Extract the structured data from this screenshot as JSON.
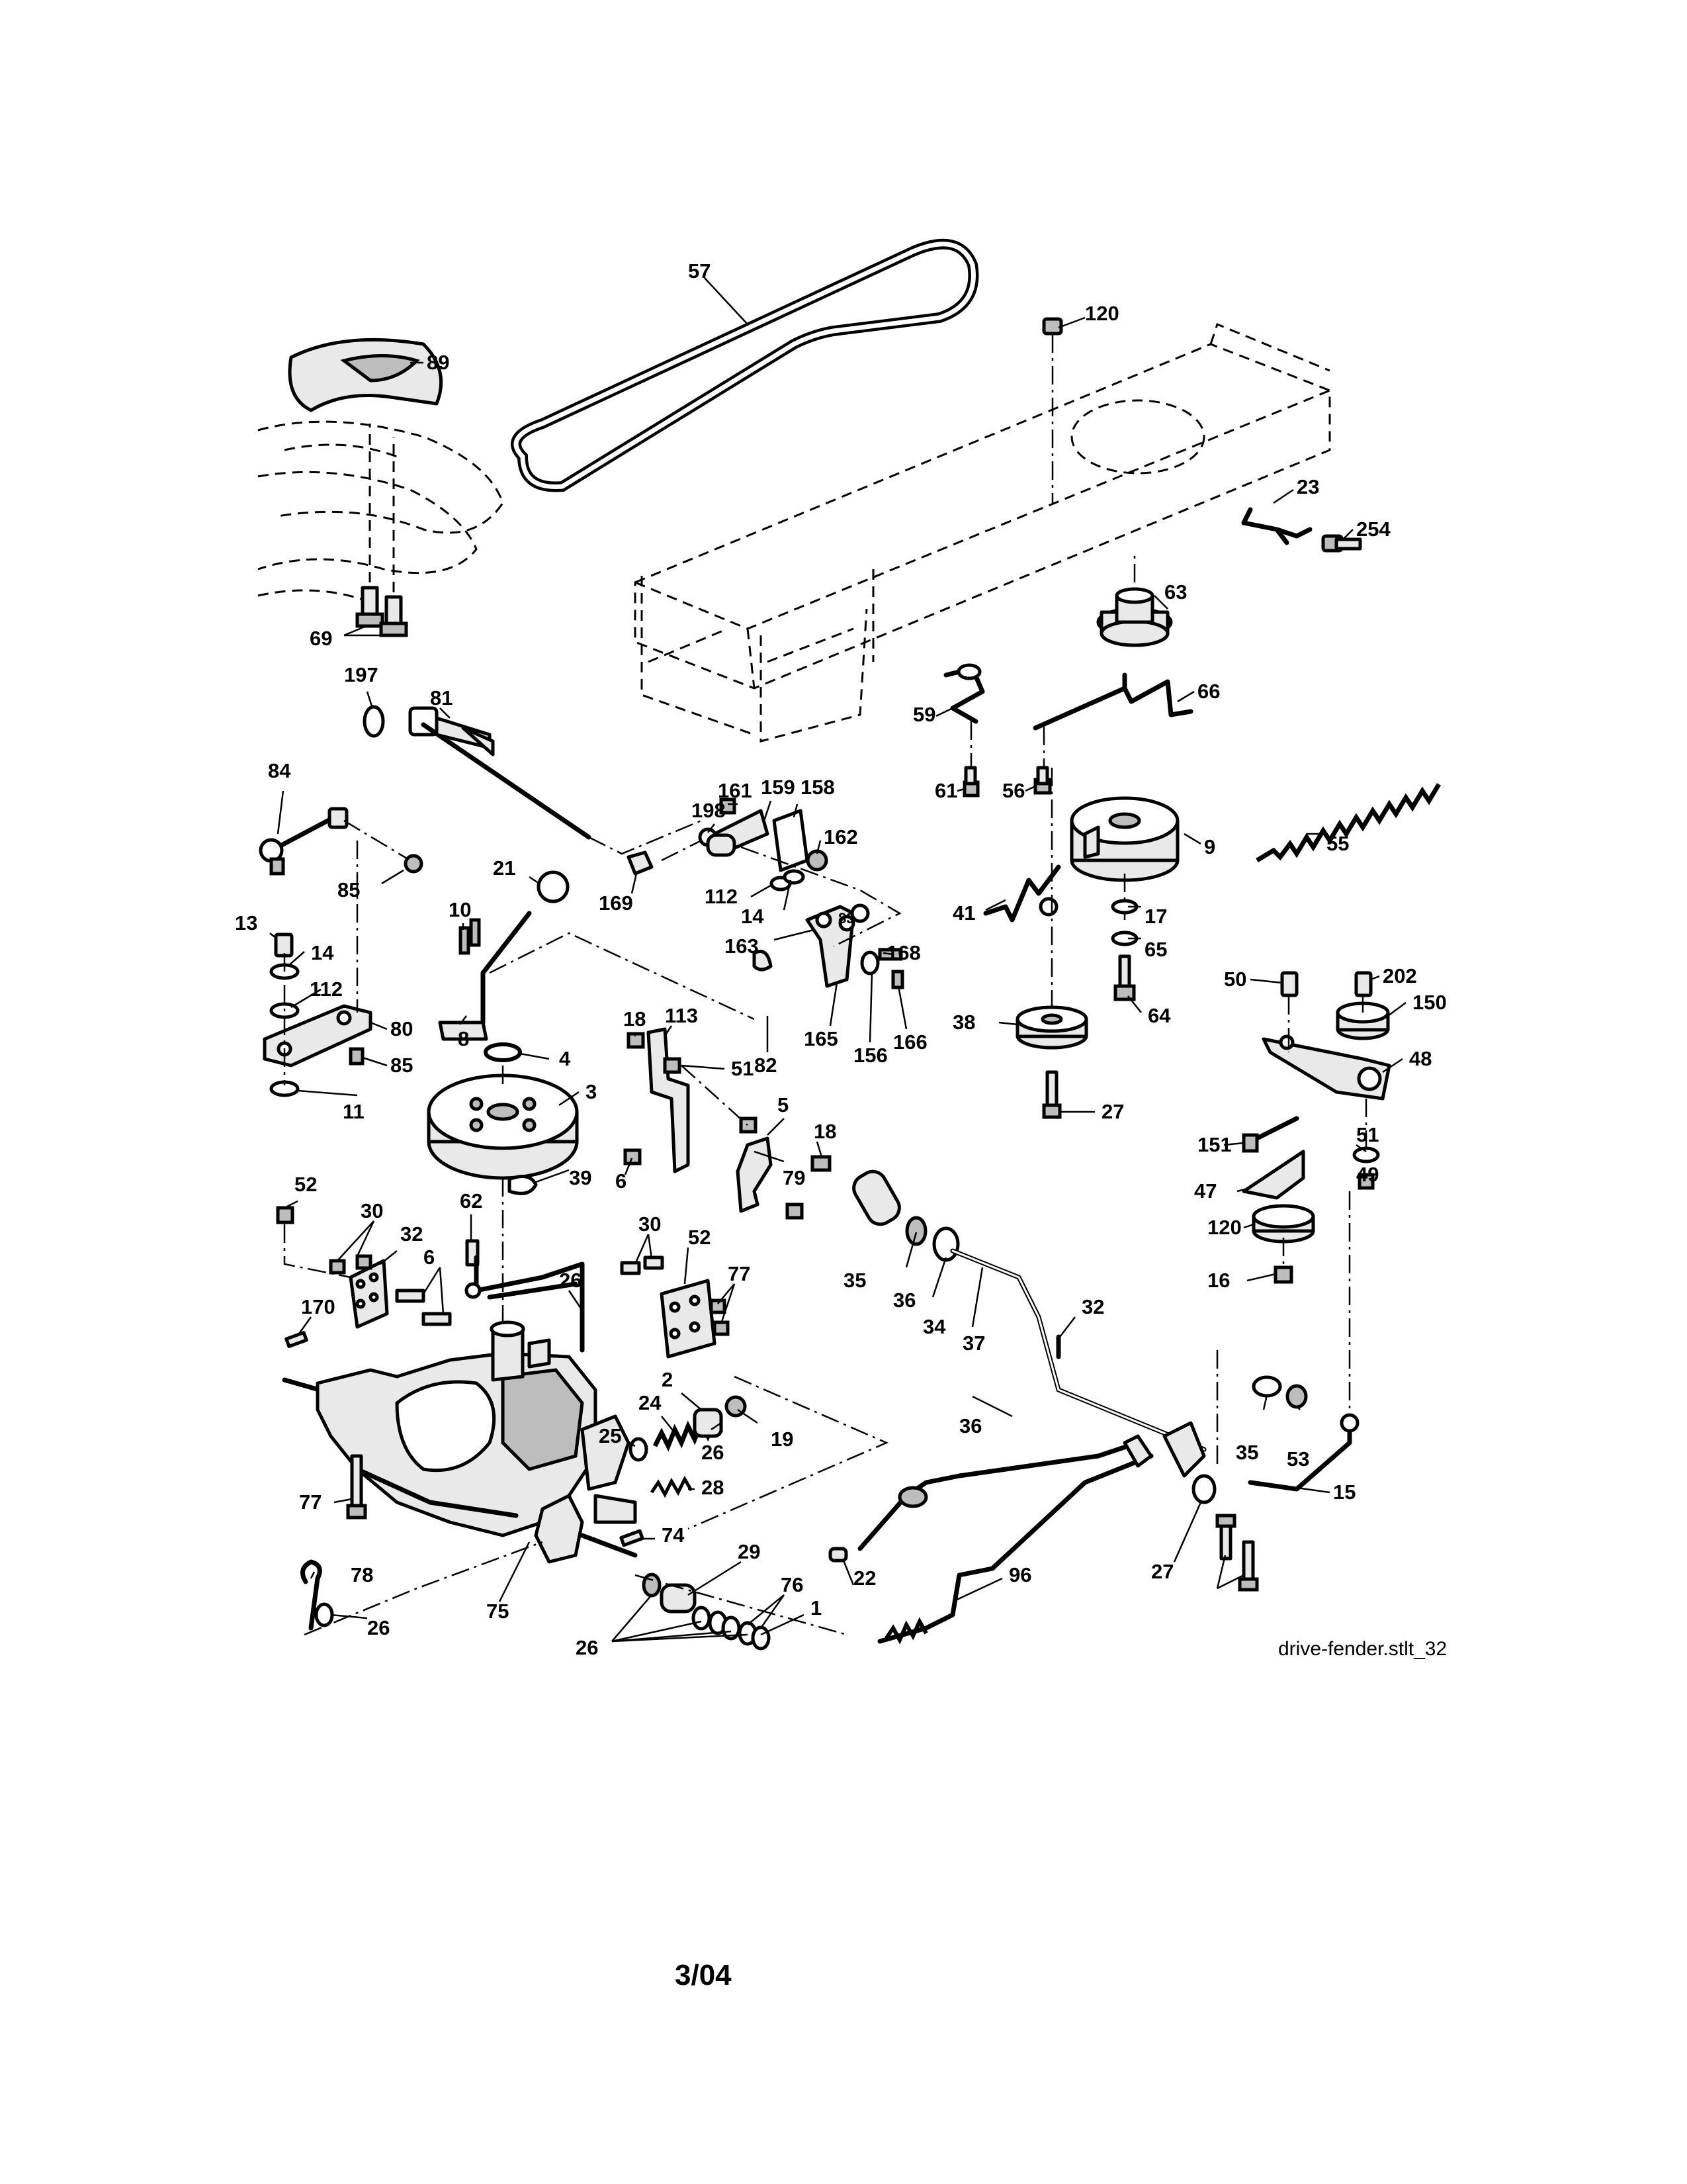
{
  "drawing_code": "drive-fender.stlt_32",
  "page_date": "3/04",
  "callouts": [
    "57",
    "120",
    "89",
    "23",
    "254",
    "63",
    "69",
    "197",
    "81",
    "66",
    "59",
    "61",
    "56",
    "84",
    "198",
    "161",
    "159",
    "158",
    "162",
    "9",
    "55",
    "85",
    "21",
    "112",
    "14",
    "169",
    "10",
    "163",
    "83",
    "168",
    "41",
    "17",
    "65",
    "13",
    "14",
    "112",
    "80",
    "85",
    "8",
    "82",
    "165",
    "156",
    "166",
    "64",
    "38",
    "50",
    "202",
    "150",
    "48",
    "18",
    "113",
    "51",
    "4",
    "3",
    "11",
    "6",
    "5",
    "18",
    "79",
    "39",
    "27",
    "151",
    "51",
    "49",
    "47",
    "120",
    "16",
    "52",
    "30",
    "32",
    "6",
    "62",
    "35",
    "36",
    "34",
    "37",
    "32",
    "30",
    "52",
    "77",
    "170",
    "26",
    "25",
    "24",
    "19",
    "26",
    "2",
    "28",
    "36",
    "35",
    "53",
    "15",
    "77",
    "74",
    "29",
    "22",
    "96",
    "78",
    "76",
    "1",
    "75",
    "26",
    "26",
    "27"
  ]
}
